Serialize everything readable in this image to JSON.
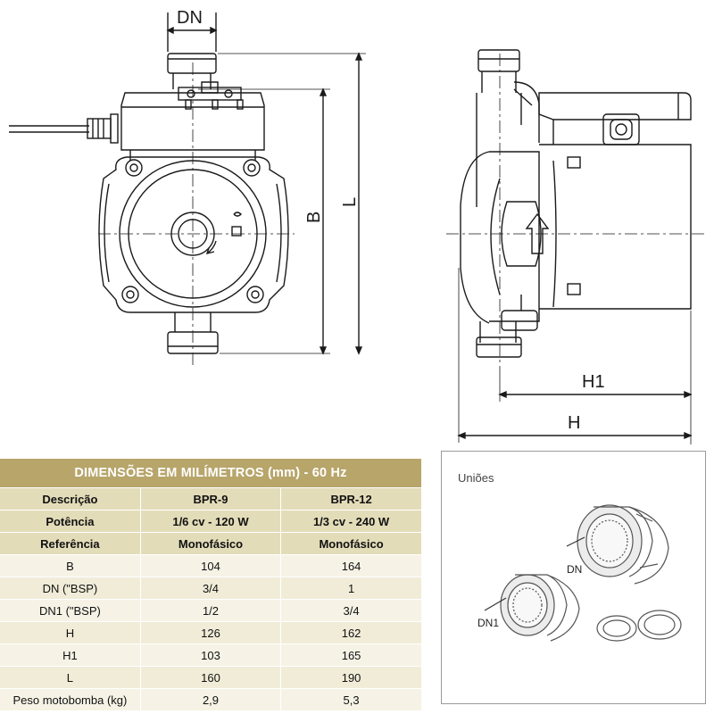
{
  "drawing": {
    "labels": {
      "dn": "DN",
      "b": "B",
      "l": "L",
      "h1": "H1",
      "h": "H"
    }
  },
  "table": {
    "title": "DIMENSÕES EM MILÍMETROS (mm) - 60 Hz",
    "header": [
      "Descrição",
      "BPR-9",
      "BPR-12"
    ],
    "header_rows": [
      [
        "Potência",
        "1/6 cv - 120 W",
        "1/3 cv - 240 W"
      ],
      [
        "Referência",
        "Monofásico",
        "Monofásico"
      ]
    ],
    "rows": [
      [
        "B",
        "104",
        "164"
      ],
      [
        "DN (\"BSP)",
        "3/4",
        "1"
      ],
      [
        "DN1 (\"BSP)",
        "1/2",
        "3/4"
      ],
      [
        "H",
        "126",
        "162"
      ],
      [
        "H1",
        "103",
        "165"
      ],
      [
        "L",
        "160",
        "190"
      ],
      [
        "Peso motobomba (kg)",
        "2,9",
        "5,3"
      ]
    ]
  },
  "unions": {
    "title": "Uniões",
    "label_dn": "DN",
    "label_dn1": "DN1"
  },
  "colors": {
    "table_title_bg": "#b7a56a",
    "table_header_bg": "#e3dcb9",
    "table_row_bg": "#f0ecd8"
  }
}
